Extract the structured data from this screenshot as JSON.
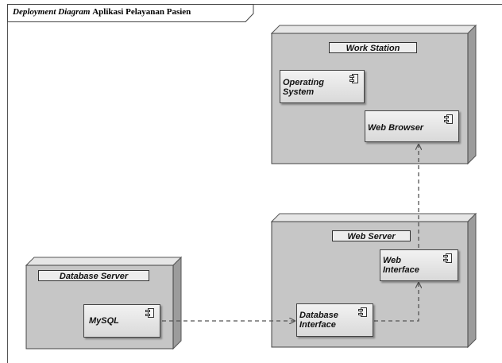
{
  "frame": {
    "title_italic": "Deployment Diagram",
    "title_rest": "Aplikasi Pelayanan Pasien"
  },
  "nodes": {
    "work_station": "Work Station",
    "web_server": "Web Server",
    "database_server": "Database Server"
  },
  "components": {
    "operating_system": {
      "line1": "Operating",
      "line2": "System"
    },
    "web_browser": "Web Browser",
    "web_interface": {
      "line1": "Web",
      "line2": "Interface"
    },
    "database_interface": {
      "line1": "Database",
      "line2": "Interface"
    },
    "mysql": "MySQL"
  },
  "colors": {
    "node_front": "#c6c6c6",
    "node_top": "#e6e6e6",
    "node_side": "#9c9c9c",
    "connector": "#555555"
  },
  "connectors": [
    {
      "from": "mysql",
      "to": "database_interface",
      "style": "dashed-arrow"
    },
    {
      "from": "database_interface",
      "to": "web_interface",
      "style": "dashed-arrow"
    },
    {
      "from": "web_interface",
      "to": "web_browser",
      "style": "dashed-arrow"
    }
  ]
}
